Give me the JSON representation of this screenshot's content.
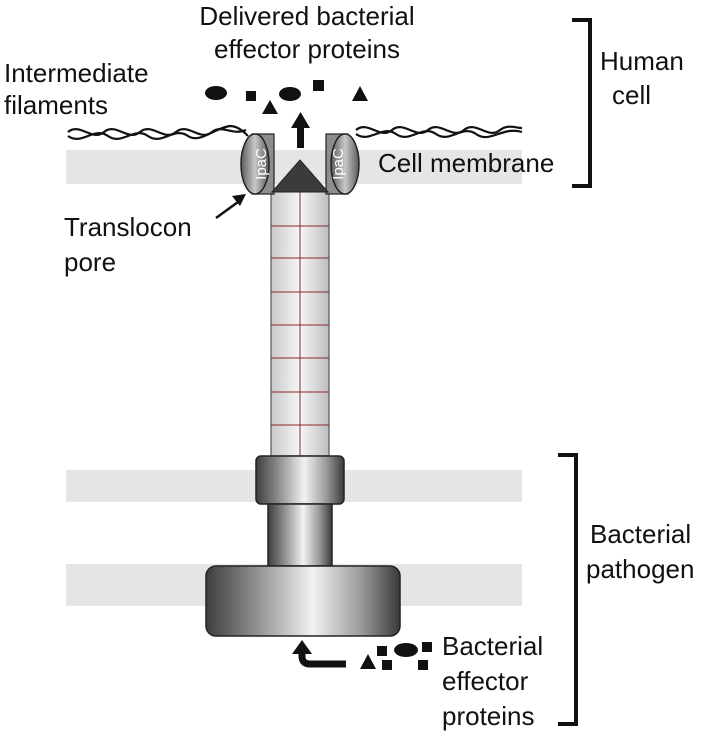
{
  "labels": {
    "delivered_line1": "Delivered bacterial",
    "delivered_line2": "effector proteins",
    "intermediate_line1": "Intermediate",
    "intermediate_line2": "filaments",
    "human_line1": "Human",
    "human_line2": "cell",
    "cell_membrane": "Cell membrane",
    "translocon_line1": "Translocon",
    "translocon_line2": "pore",
    "ipac_left": "IpaC",
    "ipac_right": "IpaC",
    "bacterial_pathogen_line1": "Bacterial",
    "bacterial_pathogen_line2": "pathogen",
    "bacterial_effector_line1": "Bacterial",
    "bacterial_effector_line2": "effector",
    "bacterial_effector_line3": "proteins"
  },
  "colors": {
    "membrane": "#e3e6e5",
    "ink": "#111111",
    "metal_dark": "#4a4a4a",
    "metal_light": "#f4f4f4",
    "needle_line": "#8a2a2a"
  },
  "icons": {
    "effector_shapes": [
      "ellipse",
      "square",
      "triangle"
    ],
    "arrows": [
      "up-arrow-icon",
      "curved-arrow-icon",
      "pointer-arrow-icon"
    ]
  }
}
